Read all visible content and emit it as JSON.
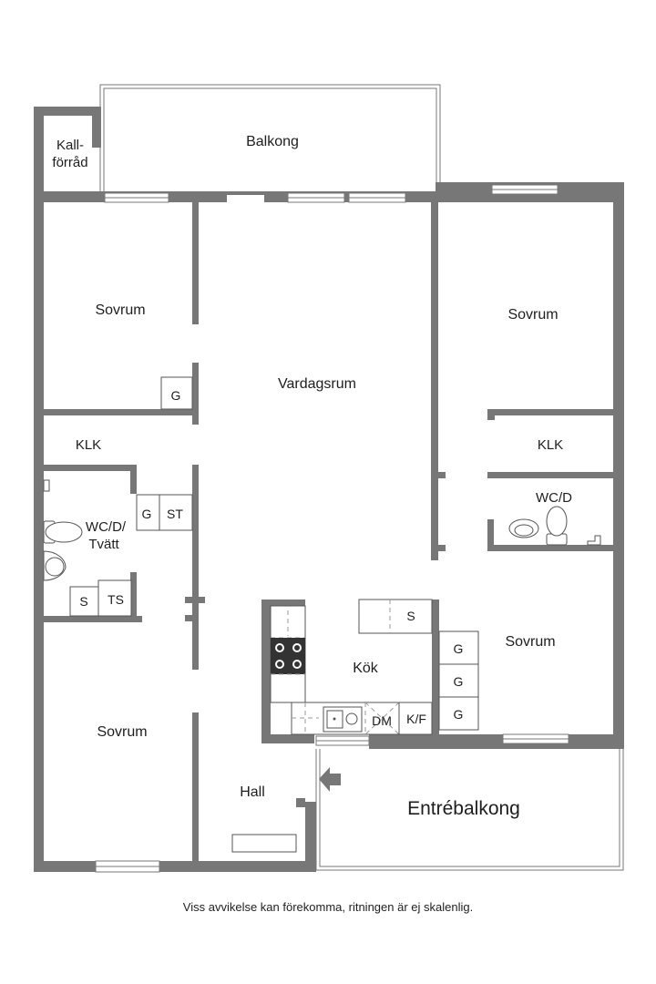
{
  "rooms": {
    "kallforrad_line1": "Kall-",
    "kallforrad_line2": "förråd",
    "balkong": "Balkong",
    "sovrum_nw": "Sovrum",
    "vardagsrum": "Vardagsrum",
    "sovrum_ne": "Sovrum",
    "klk_left": "KLK",
    "klk_right": "KLK",
    "wc_right": "WC/D",
    "wc_left_line1": "WC/D/",
    "wc_left_line2": "Tvätt",
    "kok": "Kök",
    "sovrum_se": "Sovrum",
    "sovrum_sw": "Sovrum",
    "hall": "Hall",
    "entrebalkong": "Entrébalkong"
  },
  "fixtures": {
    "g_nw": "G",
    "g_wc": "G",
    "st": "ST",
    "s_wc": "S",
    "ts": "TS",
    "s_kitchen": "S",
    "g_se_1": "G",
    "g_se_2": "G",
    "g_se_3": "G",
    "dm": "DM",
    "kf": "K/F"
  },
  "colors": {
    "wall": "#777777",
    "text": "#1e1e1e",
    "background": "#ffffff"
  },
  "footer": {
    "note": "Viss avvikelse kan förekomma, ritningen är ej skalenlig."
  }
}
